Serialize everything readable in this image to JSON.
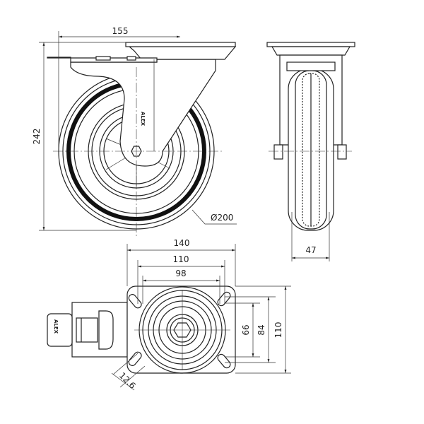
{
  "drawing": {
    "brand": "ALEX",
    "side_view": {
      "width_label": "155",
      "height_label": "242",
      "diameter_label": "Ø200"
    },
    "front_view": {
      "wheel_width_label": "47"
    },
    "top_view": {
      "plate_length_label": "140",
      "hole_spacing_outer_label": "110",
      "hole_spacing_inner_label": "98",
      "plate_width_label": "110",
      "hole_spacing_y_outer_label": "84",
      "hole_spacing_y_inner_label": "66",
      "slot_width_label": "12.6"
    }
  }
}
